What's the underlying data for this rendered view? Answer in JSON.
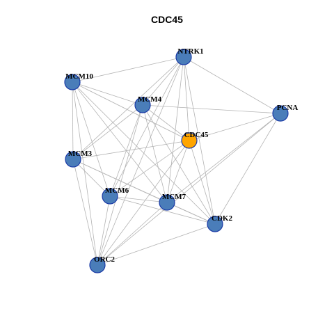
{
  "title": "CDC45",
  "colors": {
    "node_default": "#4a7db9",
    "node_highlight": "#ffa500",
    "node_border": "#1a3aa6",
    "edge": "#b3b3b3"
  },
  "nodes": [
    {
      "id": "NTRK1",
      "label": "NTRK1",
      "highlight": false
    },
    {
      "id": "MCM10",
      "label": "MCM10",
      "highlight": false
    },
    {
      "id": "MCM4",
      "label": "MCM4",
      "highlight": false
    },
    {
      "id": "PCNA",
      "label": "PCNA",
      "highlight": false
    },
    {
      "id": "CDC45",
      "label": "CDC45",
      "highlight": true
    },
    {
      "id": "MCM3",
      "label": "MCM3",
      "highlight": false
    },
    {
      "id": "MCM6",
      "label": "MCM6",
      "highlight": false
    },
    {
      "id": "MCM7",
      "label": "MCM7",
      "highlight": false
    },
    {
      "id": "CDK2",
      "label": "CDK2",
      "highlight": false
    },
    {
      "id": "ORC2",
      "label": "ORC2",
      "highlight": false
    }
  ],
  "edges": [
    [
      "NTRK1",
      "MCM10"
    ],
    [
      "NTRK1",
      "MCM4"
    ],
    [
      "NTRK1",
      "PCNA"
    ],
    [
      "NTRK1",
      "CDC45"
    ],
    [
      "NTRK1",
      "MCM3"
    ],
    [
      "NTRK1",
      "MCM6"
    ],
    [
      "NTRK1",
      "MCM7"
    ],
    [
      "NTRK1",
      "CDK2"
    ],
    [
      "NTRK1",
      "ORC2"
    ],
    [
      "MCM10",
      "MCM4"
    ],
    [
      "MCM10",
      "CDC45"
    ],
    [
      "MCM10",
      "MCM3"
    ],
    [
      "MCM10",
      "MCM6"
    ],
    [
      "MCM10",
      "MCM7"
    ],
    [
      "MCM10",
      "CDK2"
    ],
    [
      "MCM10",
      "ORC2"
    ],
    [
      "MCM4",
      "PCNA"
    ],
    [
      "MCM4",
      "CDC45"
    ],
    [
      "MCM4",
      "MCM3"
    ],
    [
      "MCM4",
      "MCM6"
    ],
    [
      "MCM4",
      "MCM7"
    ],
    [
      "MCM4",
      "CDK2"
    ],
    [
      "MCM4",
      "ORC2"
    ],
    [
      "PCNA",
      "CDC45"
    ],
    [
      "PCNA",
      "MCM7"
    ],
    [
      "PCNA",
      "CDK2"
    ],
    [
      "PCNA",
      "ORC2"
    ],
    [
      "CDC45",
      "MCM3"
    ],
    [
      "CDC45",
      "MCM6"
    ],
    [
      "CDC45",
      "MCM7"
    ],
    [
      "CDC45",
      "CDK2"
    ],
    [
      "CDC45",
      "ORC2"
    ],
    [
      "MCM3",
      "MCM6"
    ],
    [
      "MCM3",
      "MCM7"
    ],
    [
      "MCM3",
      "CDK2"
    ],
    [
      "MCM3",
      "ORC2"
    ],
    [
      "MCM6",
      "MCM7"
    ],
    [
      "MCM6",
      "CDK2"
    ],
    [
      "MCM6",
      "ORC2"
    ],
    [
      "MCM7",
      "CDK2"
    ],
    [
      "MCM7",
      "ORC2"
    ],
    [
      "CDK2",
      "ORC2"
    ]
  ]
}
